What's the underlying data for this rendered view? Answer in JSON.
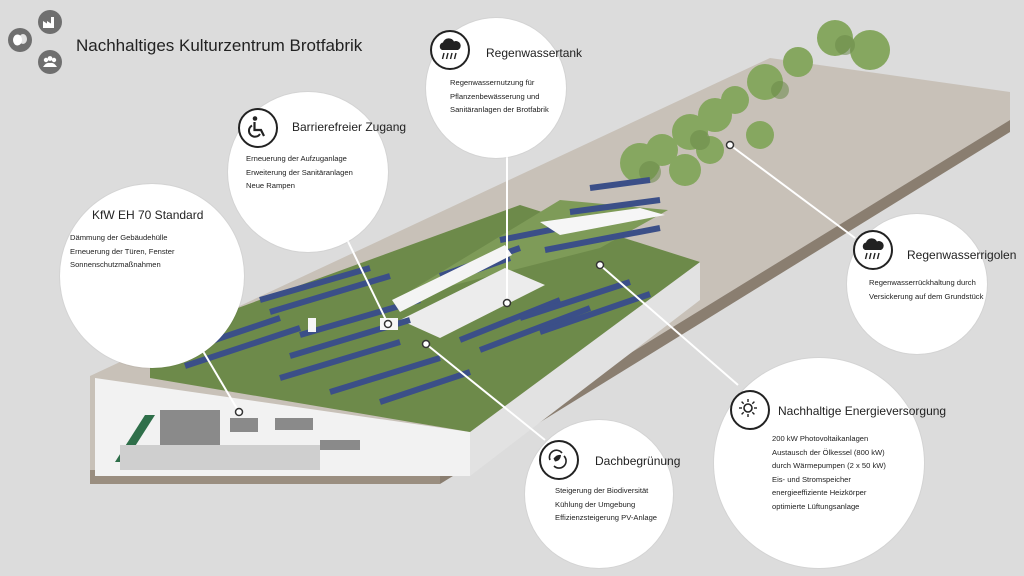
{
  "title": "Nachhaltiges Kulturzentrum Brotfabrik",
  "logo": {
    "icons": [
      "theater-masks-icon",
      "factory-icon",
      "people-icon"
    ],
    "color": "#6f6f6f"
  },
  "colors": {
    "background": "#dcdcdc",
    "ground": "#c8c1b8",
    "roof_green": "#6d8a4a",
    "solar": "#3b4f88",
    "building": "#f4f4f4",
    "trees": "#86a760"
  },
  "bubbles": {
    "kfw": {
      "title": "KfW EH 70 Standard",
      "lines": [
        "Dämmung der Gebäudehülle",
        "Erneuerung der Türen, Fenster",
        "Sonnenschutzmaßnahmen"
      ]
    },
    "barriere": {
      "title": "Barrierefreier Zugang",
      "icon": "wheelchair-icon",
      "lines": [
        "Erneuerung der Aufzuganlage",
        "Erweiterung der Sanitäranlagen",
        "Neue Rampen"
      ]
    },
    "regenwassertank": {
      "title": "Regenwassertank",
      "icon": "rain-cloud-icon",
      "lines": [
        "Regenwassernutzung für",
        "Pflanzenbewässerung und",
        "Sanitäranlagen der Brotfabrik"
      ]
    },
    "rigolen": {
      "title": "Regenwasserrigolen",
      "icon": "rain-cloud-icon",
      "lines": [
        "Regenwasserrückhaltung durch",
        "Versickerung auf dem Grundstück"
      ]
    },
    "energie": {
      "title": "Nachhaltige Energieversorgung",
      "icon": "sun-icon",
      "lines": [
        "200 kW Photovoltaikanlagen",
        "Austausch der Ölkessel (800 kW)",
        "durch Wärmepumpen (2 x 50 kW)",
        "Eis- und Stromspeicher",
        "energieeffiziente Heizkörper",
        "optimierte Lüftungsanlage"
      ]
    },
    "dach": {
      "title": "Dachbegrünung",
      "icon": "recycle-leaf-icon",
      "lines": [
        "Steigerung der Biodiversität",
        "Kühlung der Umgebung",
        "Effizienzsteigerung PV-Anlage"
      ]
    }
  }
}
